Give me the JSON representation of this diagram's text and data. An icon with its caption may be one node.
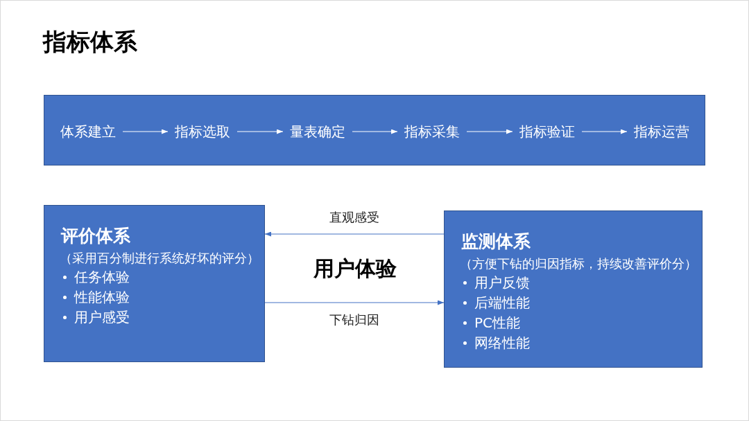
{
  "diagram": {
    "title": "指标体系",
    "nodes": [
      {
        "text": [],
        "shape": "box"
      },
      {
        "text": [
          "体系建立"
        ],
        "in": 0
      },
      {
        "text": [
          "指标选取"
        ],
        "in": 0
      },
      {
        "text": [
          "量表确定"
        ],
        "in": 0
      },
      {
        "text": [
          "指标采集"
        ],
        "in": 0
      },
      {
        "text": [
          "指标验证"
        ],
        "in": 0
      },
      {
        "text": [
          "指标运营"
        ],
        "in": 0
      },
      {
        "text": [
          "评价体系",
          "（采用百分制进行系统好坏的评分）",
          "任务体验",
          "性能体验",
          "用户感受"
        ]
      },
      {
        "text": [
          "监测体系",
          "（方便下钻的归因指标，持续改善评价分）",
          "用户反馈",
          "后端性能",
          "PC性能",
          "网络性能"
        ]
      }
    ],
    "edges": [
      {
        "from": 1,
        "to": 2,
        "arrow": "to"
      },
      {
        "from": 2,
        "to": 3,
        "arrow": "to"
      },
      {
        "from": 3,
        "to": 4,
        "arrow": "to"
      },
      {
        "from": 4,
        "to": 5,
        "arrow": "to"
      },
      {
        "from": 5,
        "to": 6,
        "arrow": "to"
      },
      {
        "from": 8,
        "to": 7,
        "arrow": "to",
        "label": "直观感受",
        "color": "#4472c4"
      },
      {
        "from": 7,
        "to": 8,
        "arrow": "to",
        "label": "下钻归因",
        "color": "#4472c4"
      }
    ],
    "labels": [
      "用户体验"
    ]
  }
}
